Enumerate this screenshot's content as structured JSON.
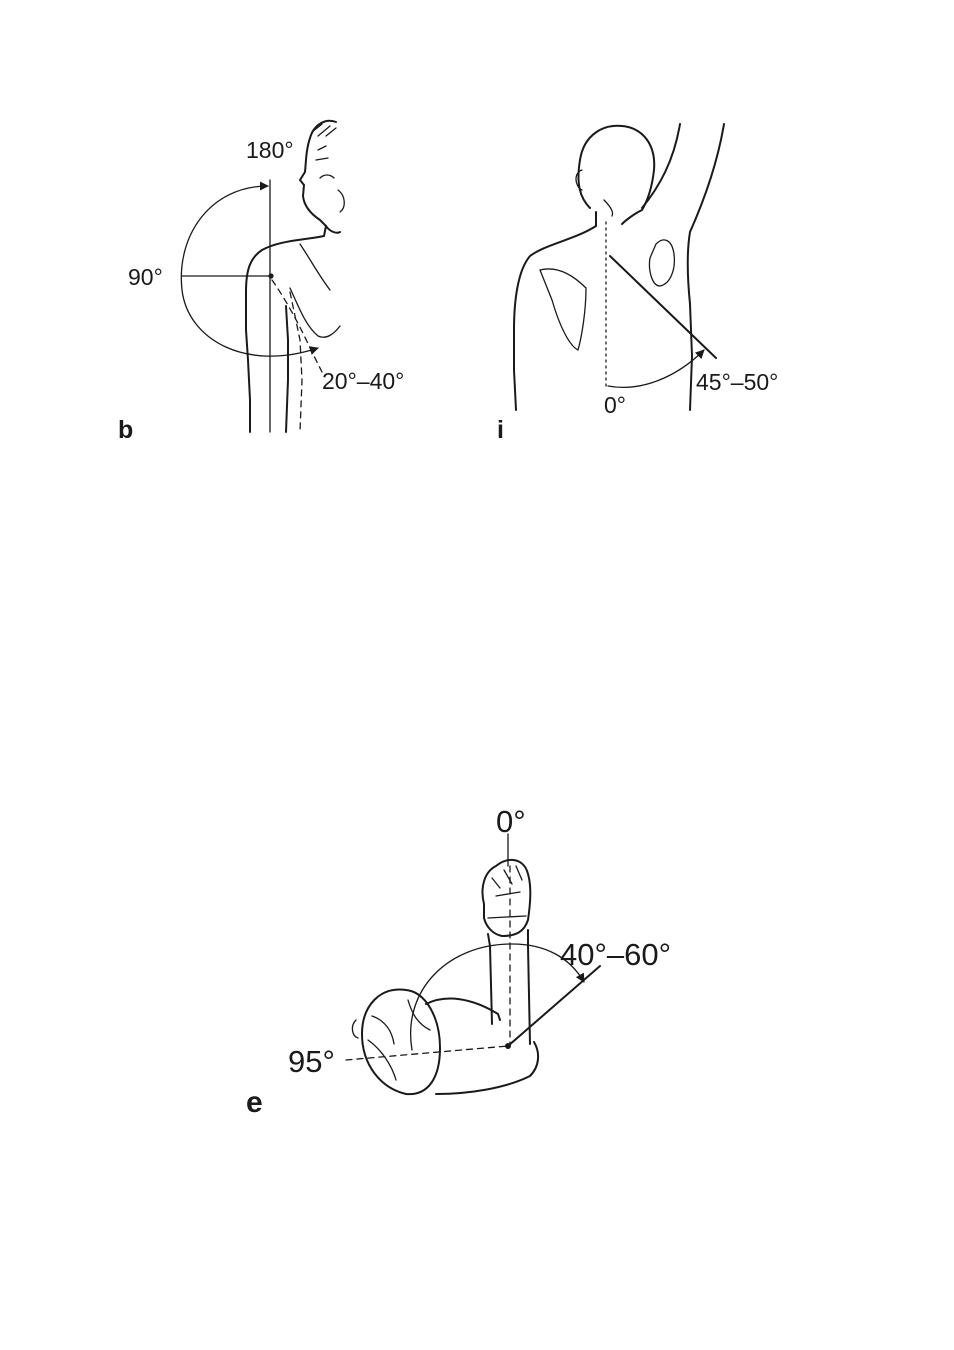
{
  "figures": [
    {
      "panel_label": "b",
      "angles": {
        "top": "180°",
        "horizontal": "90°",
        "extension": "20°–40°"
      }
    },
    {
      "panel_label": "i",
      "angles": {
        "neutral": "0°",
        "range": "45°–50°"
      }
    },
    {
      "panel_label": "e",
      "angles": {
        "vertical": "0°",
        "range": "40°–60°",
        "horizontal": "95°"
      }
    }
  ]
}
